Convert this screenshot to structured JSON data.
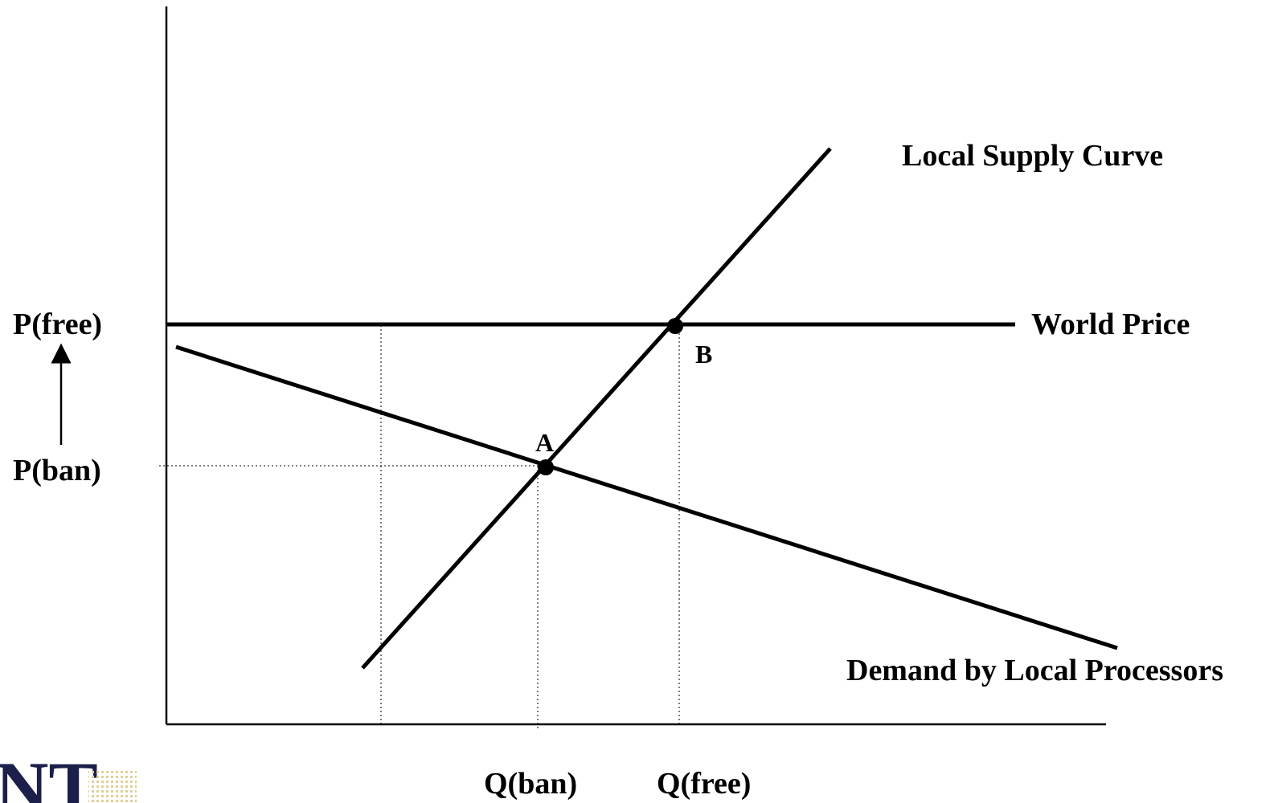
{
  "labels": {
    "supply": "Local Supply Curve",
    "world_price": "World Price",
    "demand": "Demand by Local Processors",
    "p_free": "P(free)",
    "p_ban": "P(ban)",
    "q_ban": "Q(ban)",
    "q_free": "Q(free)",
    "point_a": "A",
    "point_b": "B"
  },
  "logo": {
    "text": "NT"
  }
}
